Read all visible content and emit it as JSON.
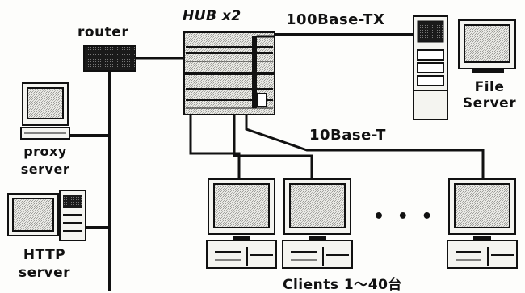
{
  "labels": {
    "router": "router",
    "hub": "HUB x2",
    "link_fast": "100Base-TX",
    "link_slow": "10Base-T",
    "file_server_line1": "File",
    "file_server_line2": "Server",
    "proxy_server_line1": "proxy",
    "proxy_server_line2": "server",
    "http_server_line1": "HTTP",
    "http_server_line2": "server",
    "clients": "Clients 1～40台",
    "more_clients": "• • •"
  },
  "icons": {
    "router": "router-icon",
    "hub": "hub-icon",
    "file_server": "tower-server-icon",
    "file_server_monitor": "monitor-icon",
    "proxy_server": "desktop-computer-icon",
    "http_server": "desktop-computer-icon",
    "client": "desktop-computer-icon"
  },
  "colors": {
    "ink": "#111111",
    "paper": "#fdfdfb",
    "screen": "#e6e6e2"
  }
}
